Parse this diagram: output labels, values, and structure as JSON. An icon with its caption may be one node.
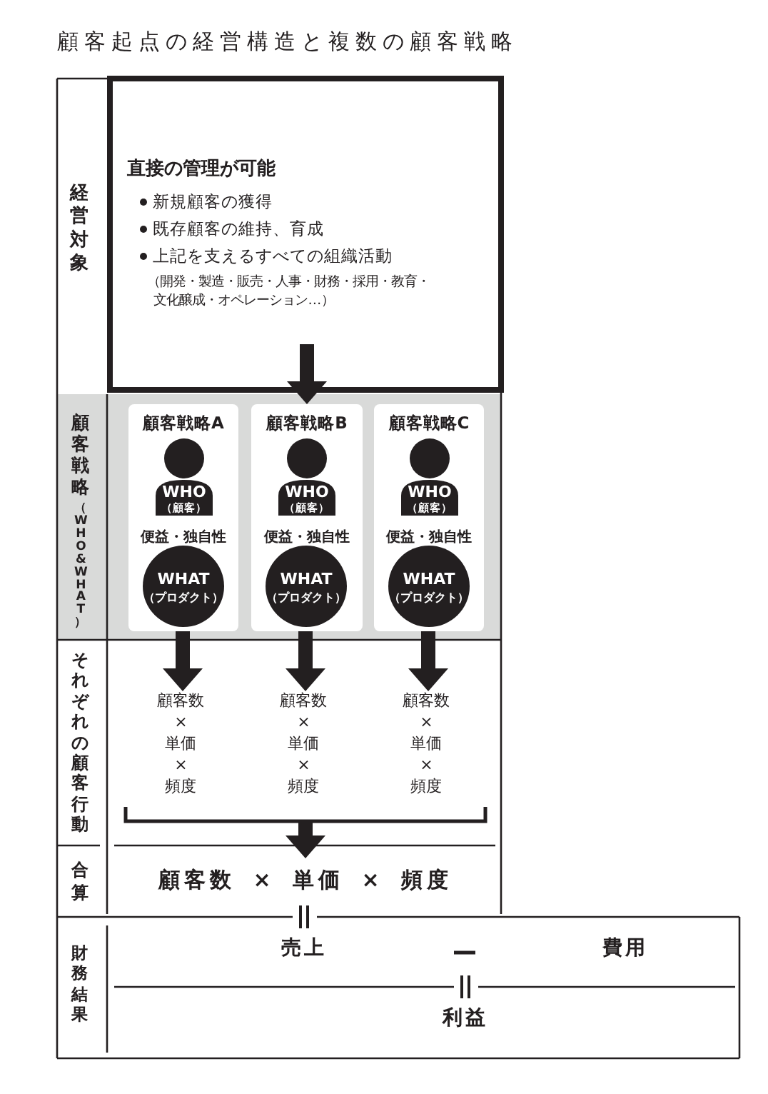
{
  "diagram": {
    "title": "顧客起点の経営構造と複数の顧客戦略",
    "nodes": [
      {
        "text": [
          "直接の管理が可能",
          "新規顧客の獲得",
          "既存顧客の維持、育成",
          "上記を支えるすべての組織活動",
          "（開発・製造・販売・人事・財務・採用・教育・文化醸成・オペレーション…）"
        ]
      },
      {
        "text": [
          "顧客戦略A",
          "便益・独自性"
        ]
      },
      {
        "text": [
          "WHO",
          "（顧客）"
        ],
        "in": 1
      },
      {
        "text": [
          "WHAT",
          "（プロダクト）"
        ],
        "in": 1
      },
      {
        "text": [
          "顧客戦略B",
          "便益・独自性"
        ]
      },
      {
        "text": [
          "WHO",
          "（顧客）"
        ],
        "in": 4
      },
      {
        "text": [
          "WHAT",
          "（プロダクト）"
        ],
        "in": 4
      },
      {
        "text": [
          "顧客戦略C",
          "便益・独自性"
        ]
      },
      {
        "text": [
          "WHO",
          "（顧客）"
        ],
        "in": 7
      },
      {
        "text": [
          "WHAT",
          "（プロダクト）"
        ],
        "in": 7
      },
      {
        "text": [
          "顧客数 × 単価 × 頻度"
        ]
      },
      {
        "text": [
          "顧客数 × 単価 × 頻度"
        ]
      },
      {
        "text": [
          "顧客数 × 単価 × 頻度"
        ]
      },
      {
        "text": [
          "顧客数 × 単価 × 頻度"
        ]
      },
      {
        "text": [
          "売上"
        ]
      },
      {
        "text": [
          "費用"
        ]
      },
      {
        "text": [
          "利益"
        ]
      }
    ],
    "edges": [
      {
        "from": 0,
        "to": 4,
        "arrow": "to"
      },
      {
        "from": 1,
        "to": 10,
        "arrow": "to"
      },
      {
        "from": 4,
        "to": 11,
        "arrow": "to"
      },
      {
        "from": 7,
        "to": 12,
        "arrow": "to"
      },
      {
        "from": 10,
        "to": 13,
        "arrow": "to"
      },
      {
        "from": 11,
        "to": 13,
        "arrow": "to"
      },
      {
        "from": 12,
        "to": 13,
        "arrow": "to"
      }
    ],
    "labels": [
      "経営対象",
      "顧客戦略",
      "（WHO&WHAT）",
      "それぞれの顧客行動",
      "合算",
      "財務結果"
    ]
  }
}
